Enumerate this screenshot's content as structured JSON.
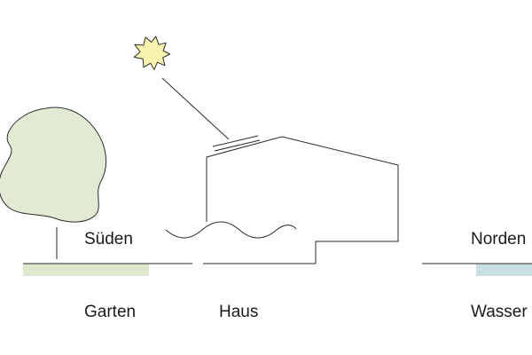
{
  "labels": {
    "south": "Süden",
    "north": "Norden",
    "garden": "Garten",
    "house": "Haus",
    "water": "Wasser"
  },
  "colors": {
    "line": "#2b2b2b",
    "tree_fill": "#e1ebd3",
    "sun_fill": "#f8f3ae",
    "garden_strip": "#dde9cc",
    "water_strip": "#c9dfe6",
    "text": "#1a1a1a"
  }
}
